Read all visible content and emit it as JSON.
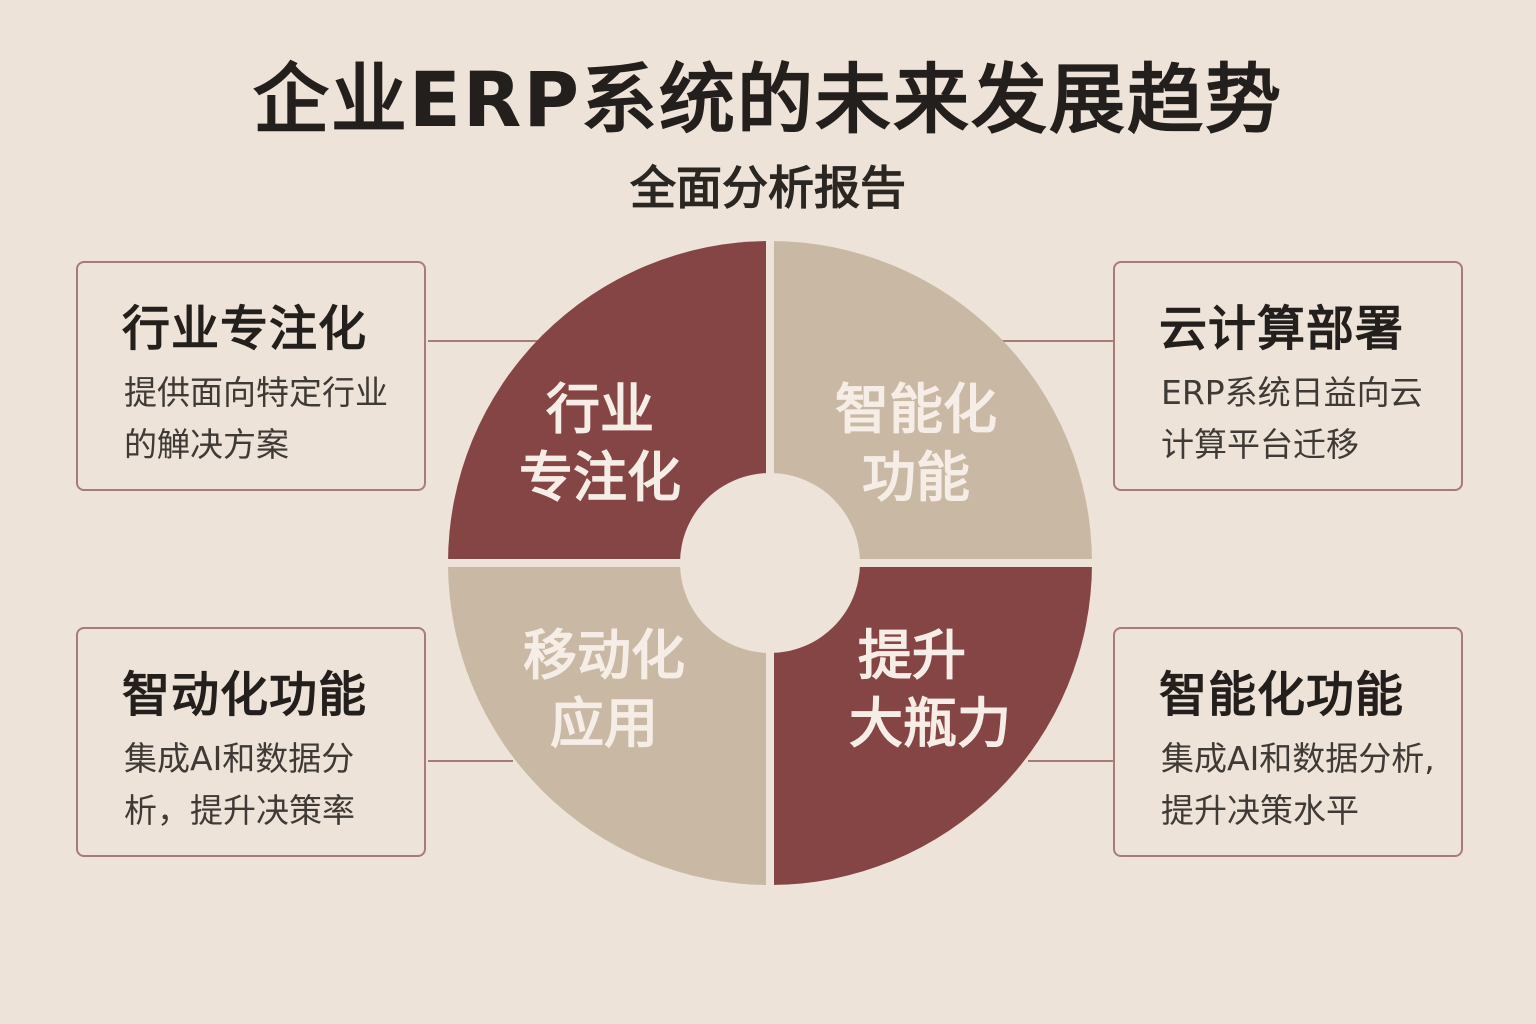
{
  "header": {
    "title": "企业ERP系统的未来发展趋势",
    "subtitle": "全面分析报告"
  },
  "quadrants": [
    {
      "line1": "行业",
      "line2": "专注化",
      "color": "#854545"
    },
    {
      "line1": "智能化",
      "line2": "功能",
      "color": "#c9b8a3"
    },
    {
      "line1": "移动化",
      "line2": "应用",
      "color": "#c9b8a3"
    },
    {
      "line1": "提升",
      "line2": "大瓶力",
      "color": "#854545"
    }
  ],
  "cards": [
    {
      "title": "行业专注化",
      "text": "提供面向特定行业的觯决方案"
    },
    {
      "title": "云计算部署",
      "text": "ERP系统日益向云计算平台迁移"
    },
    {
      "title": "智动化功能",
      "text": "集成AI和数据分析，提升决策率"
    },
    {
      "title": "智能化功能",
      "text": "集成AI和数据分析,提升决策水平"
    }
  ]
}
